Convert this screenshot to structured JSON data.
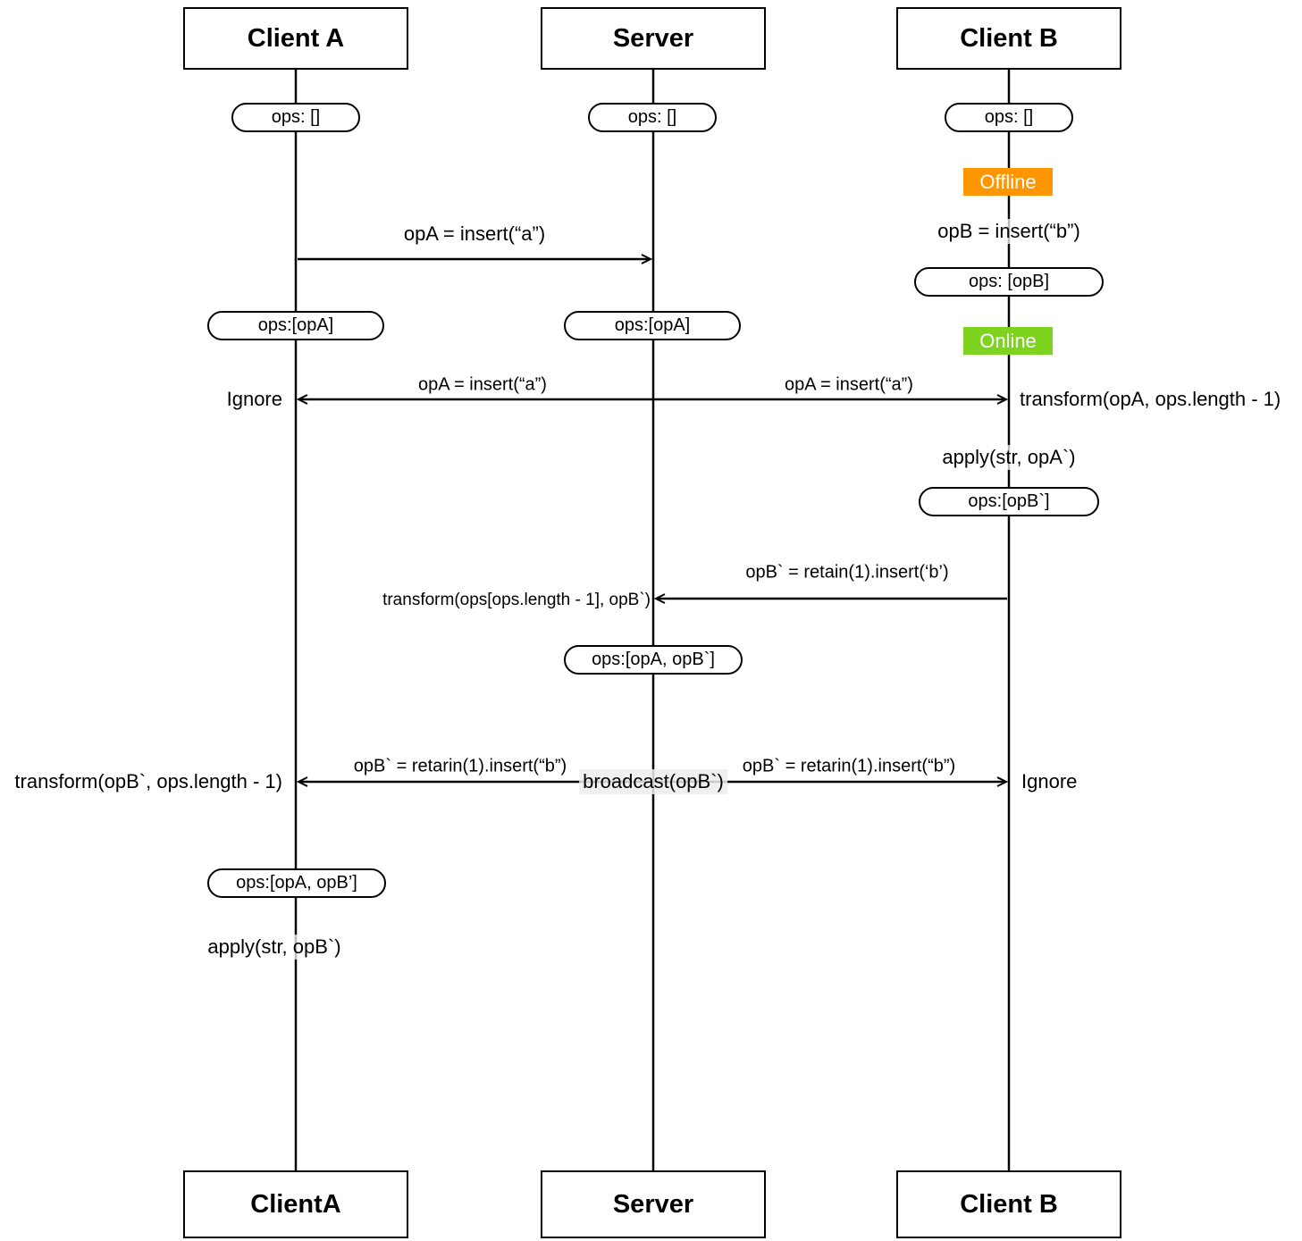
{
  "colors": {
    "offline_bg": "#FF9500",
    "online_bg": "#7ED321",
    "badge_text": "#FFFFFF",
    "line": "#000000",
    "canvas_bg": "#FFFFFF"
  },
  "actors": {
    "client_a": {
      "top_label": "Client A",
      "bottom_label": "ClientA"
    },
    "server": {
      "top_label": "Server",
      "bottom_label": "Server"
    },
    "client_b": {
      "top_label": "Client B",
      "bottom_label": "Client B"
    }
  },
  "badges": {
    "offline": "Offline",
    "online": "Online"
  },
  "states": {
    "client_a_initial": "ops: []",
    "server_initial": "ops: []",
    "client_b_initial": "ops: []",
    "client_b_after_local": "ops: [opB]",
    "client_a_after_opa": "ops:[opA]",
    "server_after_opa": "ops:[opA]",
    "client_b_after_transform": "ops:[opB`]",
    "server_after_opb": "ops:[opA, opB`]",
    "client_a_after_opb": "ops:[opA, opB’]"
  },
  "messages": {
    "opa_send": "opA = insert(“a”)",
    "opb_local": "opB = insert(“b”)",
    "opa_broadcast_left": "opA = insert(“a”)",
    "opa_broadcast_right": "opA = insert(“a”)",
    "ignore_client_a": "Ignore",
    "transform_client_b": "transform(opA, ops.length - 1)",
    "apply_client_b": "apply(str, opA`)",
    "opb_send": "opB` = retain(1).insert(‘b’)",
    "transform_server": "transform(ops[ops.length - 1], opB`)",
    "broadcast": "broadcast(opB`)",
    "opb_broadcast_left": "opB` = retarin(1).insert(“b”)",
    "opb_broadcast_right": "opB` = retarin(1).insert(“b”)",
    "transform_client_a": "transform(opB`, ops.length - 1)",
    "ignore_client_b": "Ignore",
    "apply_client_a": "apply(str, opB`)"
  }
}
